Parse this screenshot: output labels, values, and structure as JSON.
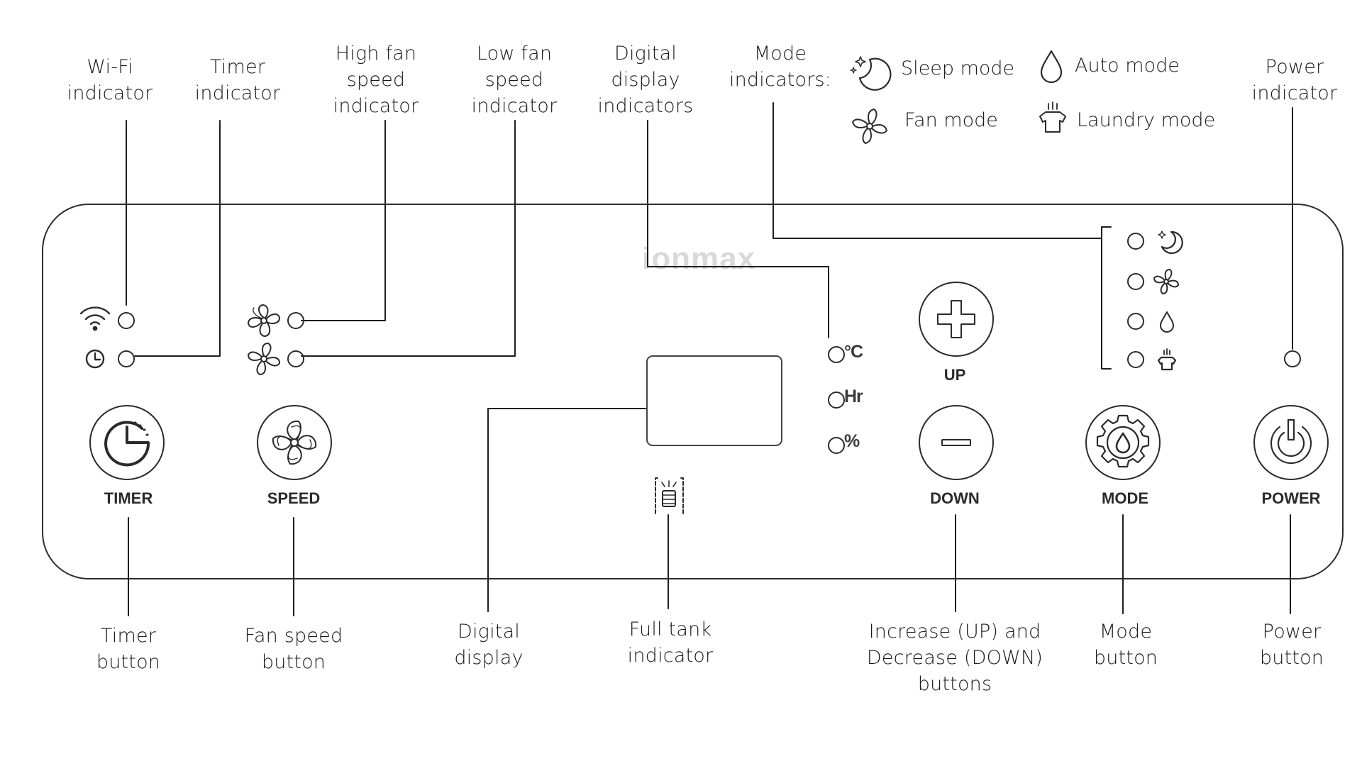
{
  "brand": "ionmax",
  "callouts_top": {
    "wifi": "Wi-Fi\nindicator",
    "timer": "Timer\nindicator",
    "high_fan": "High fan\nspeed\nindicator",
    "low_fan": "Low fan\nspeed\nindicator",
    "digital_ind": "Digital\ndisplay\nindicators",
    "mode_ind": "Mode\nindicators:",
    "power_ind": "Power\nindicator"
  },
  "legend": {
    "sleep": "Sleep mode",
    "auto": "Auto mode",
    "fan": "Fan mode",
    "laundry": "Laundry mode"
  },
  "units": {
    "celsius": "°C",
    "hours": "Hr",
    "percent": "%"
  },
  "buttons": {
    "timer": "TIMER",
    "speed": "SPEED",
    "up": "UP",
    "down": "DOWN",
    "mode": "MODE",
    "power": "POWER"
  },
  "callouts_bottom": {
    "timer_btn": "Timer\nbutton",
    "fan_btn": "Fan speed\nbutton",
    "display": "Digital\ndisplay",
    "full_tank": "Full tank\nindicator",
    "updown": "Increase (UP) and\nDecrease (DOWN)\nbuttons",
    "mode_btn": "Mode\nbutton",
    "power_btn": "Power\nbutton"
  }
}
